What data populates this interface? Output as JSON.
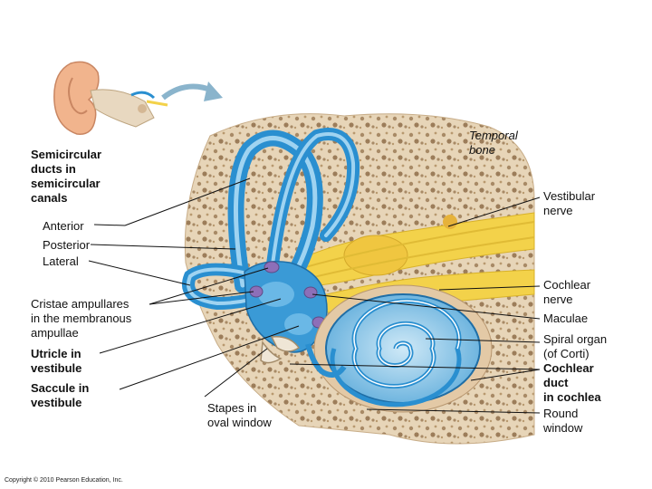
{
  "labels": {
    "semicircular": "Semicircular\nducts in\nsemicircular\ncanals",
    "anterior": "Anterior",
    "posterior": "Posterior",
    "lateral": "Lateral",
    "cristae": "Cristae ampullares\nin the membranous\nampullae",
    "utricle": "Utricle in\nvestibule",
    "saccule": "Saccule in\nvestibule",
    "stapes": "Stapes in\noval window",
    "temporal": "Temporal\nbone",
    "vestibular": "Vestibular\nnerve",
    "cochlear_nerve": "Cochlear\nnerve",
    "maculae": "Maculae",
    "spiral": "Spiral organ\n(of Corti)",
    "cochlear_duct": "Cochlear\nduct\nin cochlea",
    "round": "Round\nwindow"
  },
  "copyright": "Copyright © 2010 Pearson Education, Inc.",
  "colors": {
    "bone": "#e6d3b6",
    "labyrinth": "#2a8fd0",
    "nerve": "#f3d24a",
    "leader": "#111111"
  },
  "icons": {
    "ear": "outer-ear-icon",
    "arrow": "curved-arrow-icon"
  }
}
